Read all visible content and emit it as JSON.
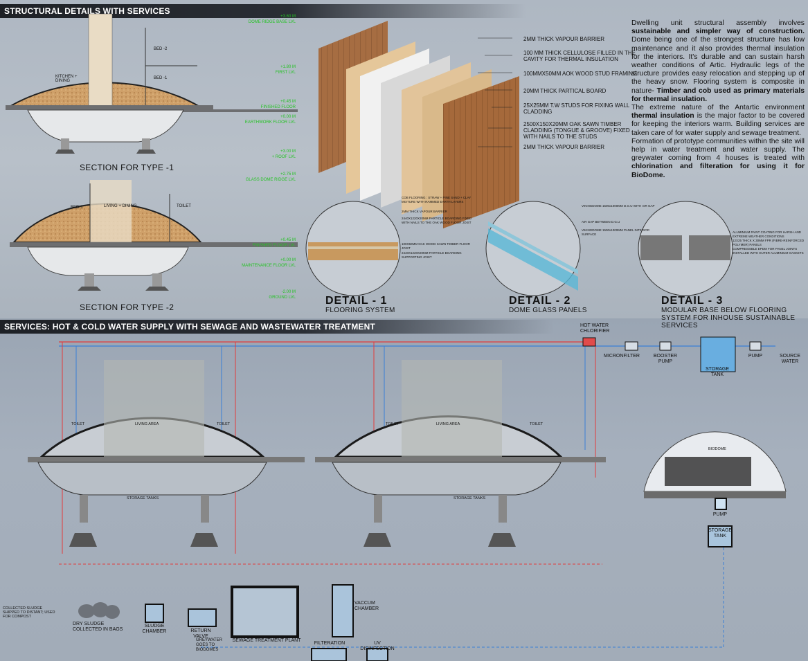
{
  "headers": {
    "structural": "STRUCTURAL DETAILS WITH SERVICES",
    "services": "SERVICES: HOT & COLD WATER SUPPLY WITH SEWAGE AND WASTEWATER TREATMENT"
  },
  "section1": {
    "caption": "SECTION FOR TYPE -1",
    "rooms": {
      "kitchen": "KITCHEN + DINING",
      "bed2": "BED -2",
      "bed1": "BED -1"
    },
    "levels": [
      {
        "value": "+3.60 M",
        "name": "DOME RIDGE BASE LVL"
      },
      {
        "value": "+1.80 M",
        "name": "FIRST LVL"
      },
      {
        "value": "+0.45 M",
        "name": "FINISHED FLOOR"
      },
      {
        "value": "+0.00 M",
        "name": "EARTHWORK FLOOR LVL"
      }
    ]
  },
  "section2": {
    "caption": "SECTION FOR TYPE -2",
    "rooms": {
      "bed": "BED-1",
      "living": "LIVING + DINING",
      "toilet": "TOILET"
    },
    "levels": [
      {
        "value": "+3.00 M",
        "name": "+ ROOF LVL"
      },
      {
        "value": "+2.75 M",
        "name": "GLASS DOME RIDGE LVL"
      },
      {
        "value": "+0.45 M",
        "name": "FINISHED FLOOR LVL"
      },
      {
        "value": "+0.00 M",
        "name": "MAINTENANCE FLOOR LVL"
      },
      {
        "value": "-2.00 M",
        "name": "GROUND LVL"
      }
    ]
  },
  "layers": [
    "2MM THICK VAPOUR BARRIER",
    "100 MM THICK CELLULOSE FILLED IN THE CAVITY FOR THERMAL INSULATION",
    "100MMX50MM AOK WOOD STUD FRAMING",
    "20MM THICK PARTICAL BOARD",
    "25X25MM T.W STUDS FOR FIXING WALL CLADDING",
    "2500X150X20MM OAK SAWN TIMBER CLADDING (TONGUE & GROOVE) FIXED WITH NAILS TO THE STUDS",
    "2MM THICK VAPOUR BARRIER"
  ],
  "description": {
    "p1_a": "Dwelling unit structural assembly involves",
    "p1_b": "sustainable and simpler way of construction.",
    "p1_c": "Dome being one of the strongest structure has low maintenance and it also provides thermal insulation for the interiors. It's durable and can sustain harsh weather conditions of Artic. Hydraulic legs of the structure provides easy relocation and stepping up of the heavy snow. Flooring system is composite in nature-",
    "p1_d": "Timber and cob used as primary materials for thermal insulation.",
    "p2_a": "The extreme nature of the Antartic environment",
    "p2_b": "thermal insulation",
    "p2_c": "is the major factor to be covered for keeping the interiors warm. Building services are taken care of for water supply and sewage treatment.",
    "p3_a": "Formation of prototype communities within the site will help in water treatment and water supply. The greywater coming from 4 houses is treated with",
    "p3_b": "chlorination and filteration for using it for BioDome."
  },
  "details": [
    {
      "title": "DETAIL - 1",
      "sub": "FLOORING SYSTEM",
      "notes": [
        "COB FLOORING : STRAW + PINE SAND + CLAY MIXTURE WITH RAMMED EARTH LAYERS",
        "2MM THICK VAPOUR BARRIER",
        "2440X1220X20MM PARTICLE BOARDING FIXED WITH NAILS TO THE OAK WOOD FLOOR JOIST",
        "100X50MM OAK WOOD SAWN TIMBER FLOOR JOIST",
        "2440X1220X20MM PARTICLE BOARDING SUPPORTING JOIST"
      ]
    },
    {
      "title": "DETAIL - 2",
      "sub": "DOME GLASS PANELS",
      "notes": [
        "VIKINGDOME 1500x1000MM D.G.U WITH AIR GAP",
        "AIR GAP BETWEEN D.G.U",
        "VIKINGDOME 1500x1000MM PANEL INTERIOR SURFACE"
      ]
    },
    {
      "title": "DETAIL - 3",
      "sub": "MODULAR BASE BELOW FLOORING SYSTEM FOR INHOUSE SUSTAINABLE SERVICES",
      "notes": [
        "ALUMINIUM PAINT COATING FOR HARSH AND EXTREME WEATHER CONDITIONS",
        "12X25 THICK X 30MM FPR (FIBRE-REINFORCED POLYMER) PANELS",
        "COMPRESSIBLE EPDM FOR PANEL JOINTS INSTALLED WITH OUTER ALUMINIUM GASKETS"
      ]
    }
  ],
  "services": {
    "chlorifier": "HOT WATER CHLORIFIER",
    "microfilter": "MICRONFILTER",
    "booster": "BOOSTER PUMP",
    "storage": "STORAGE TANK",
    "pump": "PUMP",
    "source": "SOURCE WATER",
    "toilet": "TOILET",
    "living": "LIVING AREA",
    "tanks": "STORAGE TANKS",
    "biodome": "BIODOME",
    "bio_pump": "PUMP",
    "bio_storage": "STORAGE TANK",
    "vaccum": "VACCUM CHAMBER",
    "stp": "SEWAGE TREATMENT PLANT",
    "return": "RETURN VALVE",
    "sludge": "SLUDGE CHAMBER",
    "bags": "DRY SLUDGE COLLECTED IN BAGS",
    "compost": "COLLECTED SLUDGE SHIPPED TO DISTANT; USED FOR COMPOST",
    "greywater": "GREYWATER GOES TO BIODOMES",
    "filteration": "FILTERATION",
    "uv": "UV DISINFECTION"
  },
  "colors": {
    "hot": "#e23b3b",
    "cold": "#3a7fd6",
    "green": "#27c427",
    "wood": "#c8995f",
    "dome": "#c9cdd2"
  }
}
